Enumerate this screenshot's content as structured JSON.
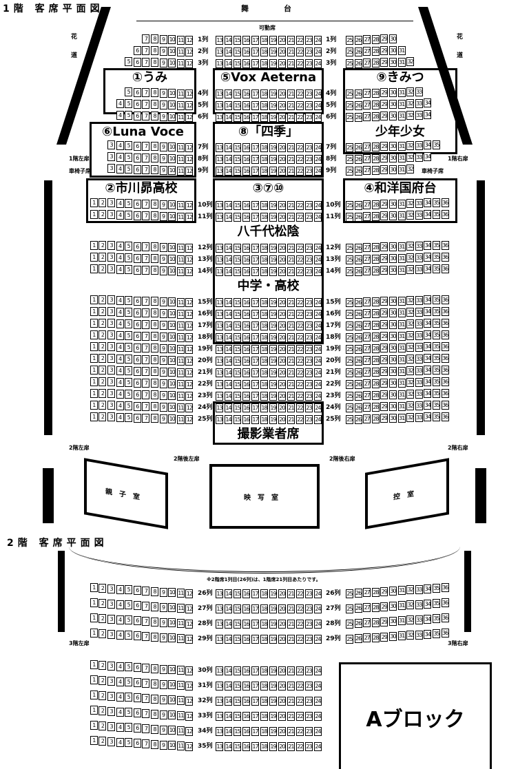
{
  "floor1": {
    "title": "1階 客席平面図",
    "stage": "舞　台",
    "hanamichi_left": "花道",
    "hanamichi_right": "花道",
    "movable_seats": "可動席",
    "door_left": "1階左扉",
    "door_right": "1階右扉",
    "wheelchair_left": "車椅子席",
    "wheelchair_right": "車椅子席",
    "door_2f_left": "2階左扉",
    "door_2f_right": "2階右扉",
    "door_2f_back_left": "2階後左扉",
    "door_2f_back_right": "2階後右扉",
    "rooms": [
      "親子室",
      "映写室",
      "控室"
    ],
    "rows": [
      {
        "label": "1列",
        "left": [
          7,
          12
        ],
        "center": [
          13,
          24
        ],
        "right": [
          25,
          30
        ]
      },
      {
        "label": "2列",
        "left": [
          6,
          12
        ],
        "center": [
          13,
          24
        ],
        "right": [
          25,
          31
        ]
      },
      {
        "label": "3列",
        "left": [
          5,
          12
        ],
        "center": [
          13,
          24
        ],
        "right": [
          25,
          32
        ]
      },
      {
        "label": "4列",
        "left": [
          5,
          12
        ],
        "center": [
          13,
          24
        ],
        "right": [
          25,
          33
        ]
      },
      {
        "label": "5列",
        "left": [
          4,
          12
        ],
        "center": [
          13,
          24
        ],
        "right": [
          25,
          34
        ]
      },
      {
        "label": "6列",
        "left": [
          4,
          12
        ],
        "center": [
          13,
          24
        ],
        "right": [
          25,
          34
        ]
      },
      {
        "label": "7列",
        "left": [
          3,
          12
        ],
        "center": [
          13,
          24
        ],
        "right": [
          25,
          35
        ]
      },
      {
        "label": "8列",
        "left": [
          3,
          12
        ],
        "center": [
          13,
          24
        ],
        "right": [
          25,
          34
        ]
      },
      {
        "label": "9列",
        "left": [
          3,
          12
        ],
        "center": [
          13,
          24
        ],
        "right": [
          25,
          32
        ]
      },
      {
        "label": "10列",
        "left": [
          1,
          12
        ],
        "center": [
          13,
          24
        ],
        "right": [
          25,
          36
        ]
      },
      {
        "label": "11列",
        "left": [
          1,
          12
        ],
        "center": [
          13,
          24
        ],
        "right": [
          25,
          36
        ]
      },
      {
        "label": "12列",
        "left": [
          1,
          12
        ],
        "center": [
          13,
          24
        ],
        "right": [
          25,
          36
        ]
      },
      {
        "label": "13列",
        "left": [
          1,
          12
        ],
        "center": [
          13,
          24
        ],
        "right": [
          25,
          36
        ]
      },
      {
        "label": "14列",
        "left": [
          1,
          12
        ],
        "center": [
          13,
          24
        ],
        "right": [
          25,
          36
        ]
      },
      {
        "label": "15列",
        "left": [
          1,
          12
        ],
        "center": [
          13,
          24
        ],
        "right": [
          25,
          36
        ]
      },
      {
        "label": "16列",
        "left": [
          1,
          12
        ],
        "center": [
          13,
          24
        ],
        "right": [
          25,
          36
        ]
      },
      {
        "label": "17列",
        "left": [
          1,
          12
        ],
        "center": [
          13,
          24
        ],
        "right": [
          25,
          36
        ]
      },
      {
        "label": "18列",
        "left": [
          1,
          12
        ],
        "center": [
          13,
          24
        ],
        "right": [
          25,
          36
        ]
      },
      {
        "label": "19列",
        "left": [
          1,
          12
        ],
        "center": [
          13,
          24
        ],
        "right": [
          25,
          36
        ]
      },
      {
        "label": "20列",
        "left": [
          1,
          12
        ],
        "center": [
          13,
          24
        ],
        "right": [
          25,
          36
        ]
      },
      {
        "label": "21列",
        "left": [
          1,
          12
        ],
        "center": [
          13,
          24
        ],
        "right": [
          25,
          36
        ]
      },
      {
        "label": "22列",
        "left": [
          1,
          12
        ],
        "center": [
          13,
          24
        ],
        "right": [
          25,
          36
        ]
      },
      {
        "label": "23列",
        "left": [
          1,
          12
        ],
        "center": [
          13,
          24
        ],
        "right": [
          25,
          36
        ]
      },
      {
        "label": "24列",
        "left": [
          1,
          12
        ],
        "center": [
          13,
          24
        ],
        "right": [
          25,
          36
        ]
      },
      {
        "label": "25列",
        "left": [
          1,
          12
        ],
        "center": [
          13,
          24
        ],
        "right": [
          25,
          36
        ]
      }
    ],
    "assignments": [
      {
        "label": "①うみ"
      },
      {
        "label": "⑤Vox Aeterna"
      },
      {
        "label": "⑨きみつ",
        "sub": "少年少女"
      },
      {
        "label": "⑥Luna Voce"
      },
      {
        "label": "⑧「四季」"
      },
      {
        "label": "②市川昴高校"
      },
      {
        "label": "④和洋国府台"
      },
      {
        "label": "③⑦⑩",
        "sub": "八千代松陰",
        "sub2": "中学・高校"
      },
      {
        "label": "撮影業者席"
      }
    ]
  },
  "floor2": {
    "title": "2階 客席平面図",
    "note": "※2階席1列目(26列)は、1階席21列目あたりです。",
    "door_3f_left": "3階左扉",
    "door_3f_right": "3階右扉",
    "rows": [
      {
        "label": "26列",
        "left": [
          1,
          12
        ],
        "center": [
          13,
          24
        ],
        "right": [
          25,
          36
        ]
      },
      {
        "label": "27列",
        "left": [
          1,
          12
        ],
        "center": [
          13,
          24
        ],
        "right": [
          25,
          36
        ]
      },
      {
        "label": "28列",
        "left": [
          1,
          12
        ],
        "center": [
          13,
          24
        ],
        "right": [
          25,
          36
        ]
      },
      {
        "label": "29列",
        "left": [
          1,
          12
        ],
        "center": [
          13,
          24
        ],
        "right": [
          25,
          36
        ]
      },
      {
        "label": "30列",
        "left": [
          1,
          12
        ],
        "center": [
          13,
          24
        ],
        "right": []
      },
      {
        "label": "31列",
        "left": [
          1,
          12
        ],
        "center": [
          13,
          24
        ],
        "right": []
      },
      {
        "label": "32列",
        "left": [
          1,
          12
        ],
        "center": [
          13,
          24
        ],
        "right": []
      },
      {
        "label": "33列",
        "left": [
          1,
          12
        ],
        "center": [
          13,
          24
        ],
        "right": []
      },
      {
        "label": "34列",
        "left": [
          1,
          12
        ],
        "center": [
          13,
          24
        ],
        "right": []
      },
      {
        "label": "35列",
        "left": [
          1,
          12
        ],
        "center": [
          13,
          24
        ],
        "right": []
      }
    ],
    "block_label": "Aブロック"
  }
}
